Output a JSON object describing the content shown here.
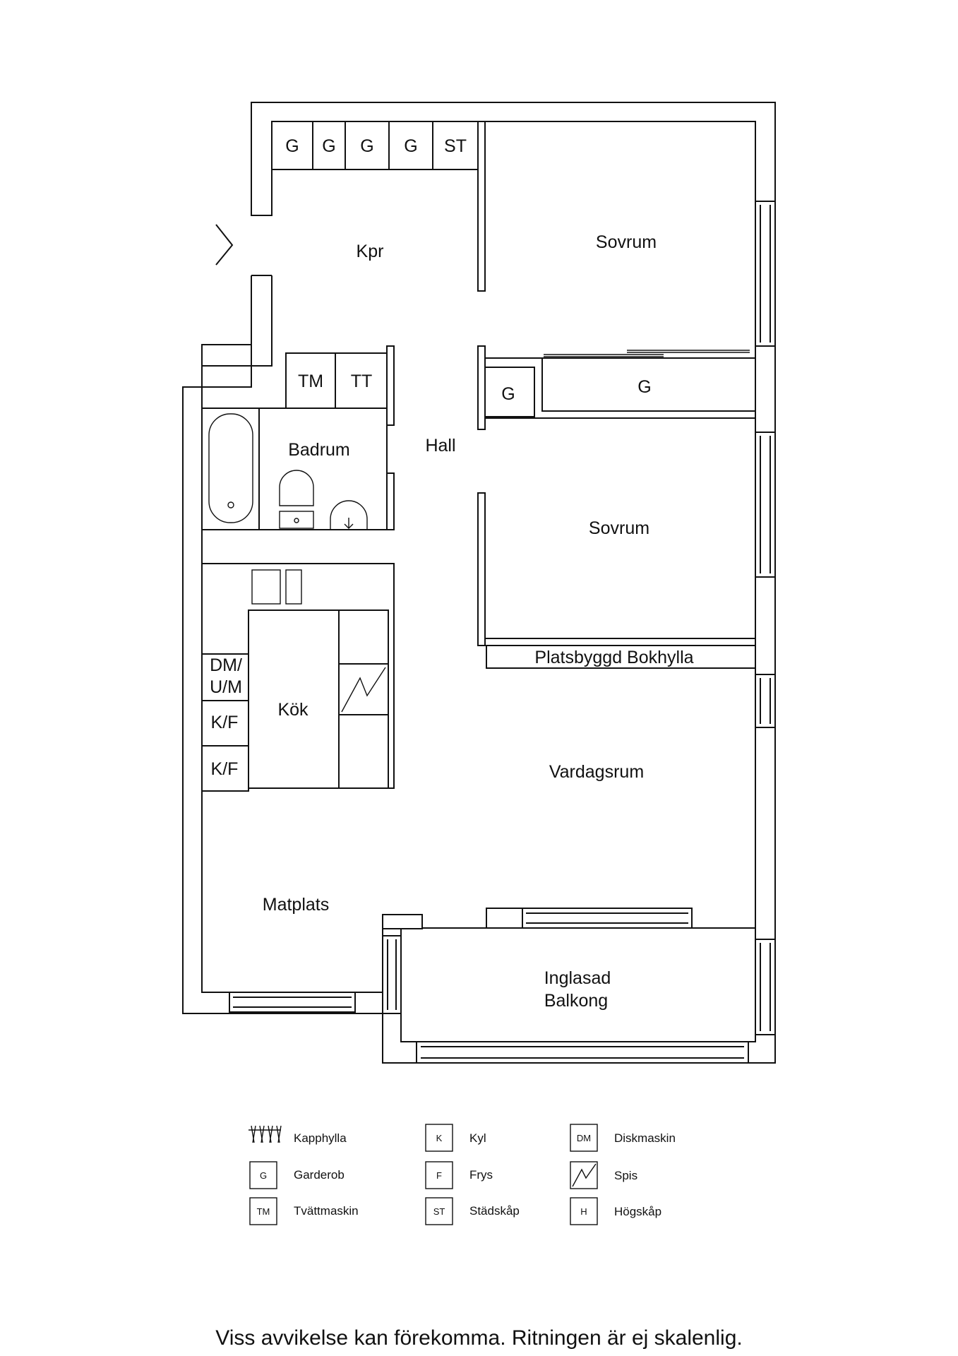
{
  "rooms": {
    "kpr": "Kpr",
    "sovrum_1": "Sovrum",
    "sovrum_2": "Sovrum",
    "hall": "Hall",
    "badrum": "Badrum",
    "kok": "Kök",
    "vardagsrum": "Vardagsrum",
    "matplats": "Matplats",
    "balkong_line1": "Inglasad",
    "balkong_line2": "Balkong",
    "bokhylla": "Platsbyggd Bokhylla"
  },
  "fixtures": {
    "wardrobe": "G",
    "cleaning_cabinet": "ST",
    "washer": "TM",
    "dryer": "TT",
    "dm_um_line1": "DM/",
    "dm_um_line2": "U/M",
    "kf": "K/F"
  },
  "legend": [
    {
      "symbol": "",
      "icon": "coat-rack-icon",
      "label": "Kapphylla"
    },
    {
      "symbol": "G",
      "label": "Garderob"
    },
    {
      "symbol": "TM",
      "label": "Tvättmaskin"
    },
    {
      "symbol": "K",
      "label": "Kyl"
    },
    {
      "symbol": "F",
      "label": "Frys"
    },
    {
      "symbol": "ST",
      "label": "Städskåp"
    },
    {
      "symbol": "DM",
      "label": "Diskmaskin"
    },
    {
      "symbol": "",
      "icon": "stove-icon",
      "label": "Spis"
    },
    {
      "symbol": "H",
      "label": "Högskåp"
    }
  ],
  "disclaimer": "Viss avvikelse kan förekomma. Ritningen är ej skalenlig."
}
